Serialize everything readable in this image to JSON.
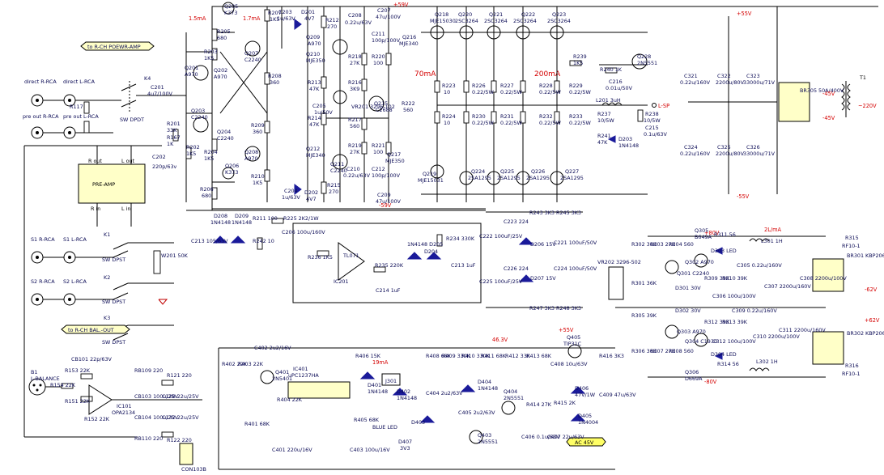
{
  "rails": {
    "pos_59v": "+59V",
    "neg_59v": "-59V",
    "pos_55v": "+55V",
    "neg_55v": "-55V",
    "pos_80v": "+80V",
    "neg_80v": "-80V",
    "v_46": "46.3V",
    "ac_45v": "AC 45V",
    "pos_62v": "+62V",
    "neg_62v": "-62V",
    "pos_45v": "-45V",
    "neg_45v": "-45V",
    "v_220": "~220V",
    "l_sp": "L-SP"
  },
  "currents": {
    "i1": "1.5mA",
    "i2": "1.7mA",
    "i3": "70mA",
    "i4": "200mA",
    "i5": "19mA",
    "i6": "2L/mA"
  },
  "blocks": {
    "preamp": "PRE-AMP",
    "r_out": "R out",
    "l_out": "L out",
    "r_in": "R in",
    "l_in": "L in",
    "rch_power": "to R-CH POEWR-AMP",
    "rch_bal": "to R-CH BAL.-OUT",
    "sw_dpdt": "SW DPDT",
    "sw_dpst": "SW DPST",
    "ic201": "IC201",
    "tl071": "TL071",
    "ic401": "IC401",
    "upc1237": "uPC1237HA",
    "ic101": "IC101",
    "opa2134": "OPA2134",
    "j301": "J301",
    "con103b": "CON103B",
    "blue_led": "BLUE LED",
    "balance": "L-BALANCE",
    "b1": "B1"
  },
  "inputs": {
    "direct_r": "direct R-RCA",
    "direct_l": "direct L-RCA",
    "preout_r": "pre out R-RCA",
    "preout_l": "pre out L-RCA",
    "s1r": "S1 R-RCA",
    "s1l": "S1 L-RCA",
    "s2r": "S2 R-RCA",
    "s2l": "S2 L-RCA"
  },
  "switches": [
    "K1",
    "K2",
    "K3",
    "K4"
  ],
  "transistors": [
    {
      "id": "Q205",
      "sub": "K373"
    },
    {
      "id": "Q201",
      "sub": "A970"
    },
    {
      "id": "Q202",
      "sub": "A970"
    },
    {
      "id": "Q203",
      "sub": "C2240"
    },
    {
      "id": "Q204",
      "sub": "C2240"
    },
    {
      "id": "Q206",
      "sub": "K373"
    },
    {
      "id": "Q207",
      "sub": "C2240"
    },
    {
      "id": "Q208",
      "sub": "A970"
    },
    {
      "id": "Q209",
      "sub": "A970"
    },
    {
      "id": "Q210",
      "sub": "MJE350"
    },
    {
      "id": "Q211",
      "sub": "C2240"
    },
    {
      "id": "Q212",
      "sub": "MJE340"
    },
    {
      "id": "Q215",
      "sub": "C2688"
    },
    {
      "id": "Q216",
      "sub": "MJE340"
    },
    {
      "id": "Q217",
      "sub": "MJE350"
    },
    {
      "id": "Q218",
      "sub": "MJE15030"
    },
    {
      "id": "Q219",
      "sub": "MJE15031"
    },
    {
      "id": "Q220",
      "sub": "2SC3264"
    },
    {
      "id": "Q221",
      "sub": "2SC3264"
    },
    {
      "id": "Q222",
      "sub": "2SC3264"
    },
    {
      "id": "Q223",
      "sub": "2SC3264"
    },
    {
      "id": "Q224",
      "sub": "2SA1295"
    },
    {
      "id": "Q225",
      "sub": "2SA1295"
    },
    {
      "id": "Q226",
      "sub": "2SA1295"
    },
    {
      "id": "Q227",
      "sub": "2SA1295"
    },
    {
      "id": "Q228",
      "sub": "2N5551"
    },
    {
      "id": "Q301",
      "sub": "C2240"
    },
    {
      "id": "Q302",
      "sub": "A970"
    },
    {
      "id": "Q303",
      "sub": "A970"
    },
    {
      "id": "Q304",
      "sub": "C1930"
    },
    {
      "id": "Q305",
      "sub": "B649A"
    },
    {
      "id": "Q306",
      "sub": "D669A"
    },
    {
      "id": "Q401",
      "sub": "2N5401"
    },
    {
      "id": "Q403",
      "sub": "2N5551"
    },
    {
      "id": "Q404",
      "sub": "2N5551"
    },
    {
      "id": "Q405",
      "sub": "TIP31C"
    }
  ],
  "resistors_top": [
    {
      "id": "R205",
      "v": "680"
    },
    {
      "id": "R203",
      "v": "1K5"
    },
    {
      "id": "R204",
      "v": "1K5"
    },
    {
      "id": "R207",
      "v": "1K5"
    },
    {
      "id": "R208",
      "v": "360"
    },
    {
      "id": "R209",
      "v": "360"
    },
    {
      "id": "R210",
      "v": "1K5"
    },
    {
      "id": "R206",
      "v": "680"
    },
    {
      "id": "R212",
      "v": "270"
    },
    {
      "id": "R213",
      "v": "47K"
    },
    {
      "id": "R214",
      "v": "47K"
    },
    {
      "id": "R215",
      "v": "270"
    },
    {
      "id": "R216",
      "v": "3K9"
    },
    {
      "id": "R217",
      "v": "560"
    },
    {
      "id": "R218",
      "v": "27K"
    },
    {
      "id": "R219",
      "v": "27K"
    },
    {
      "id": "R220",
      "v": "100"
    },
    {
      "id": "R221",
      "v": "100"
    },
    {
      "id": "R222",
      "v": "560"
    },
    {
      "id": "R223",
      "v": "10"
    },
    {
      "id": "R224",
      "v": "10"
    },
    {
      "id": "R226",
      "v": "0.22/5W"
    },
    {
      "id": "R227",
      "v": "0.22/5W"
    },
    {
      "id": "R228",
      "v": "0.22/5W"
    },
    {
      "id": "R229",
      "v": "0.22/5W"
    },
    {
      "id": "R230",
      "v": "0.22/5W"
    },
    {
      "id": "R231",
      "v": "0.22/5W"
    },
    {
      "id": "R232",
      "v": "0.22/5W"
    },
    {
      "id": "R233",
      "v": "0.22/5W"
    },
    {
      "id": "R239",
      "v": "1K5"
    },
    {
      "id": "R240",
      "v": "1K"
    },
    {
      "id": "R237",
      "v": "10/5W"
    },
    {
      "id": "R238",
      "v": "10/5W"
    },
    {
      "id": "R241",
      "v": "47K"
    },
    {
      "id": "R200",
      "v": "1K5"
    },
    {
      "id": "R201",
      "v": "33K"
    },
    {
      "id": "R202",
      "v": "1K5"
    },
    {
      "id": "R167",
      "v": "1K"
    },
    {
      "id": "R117",
      "v": "1K"
    }
  ],
  "caps_top": [
    {
      "id": "C203",
      "v": "1u/63V"
    },
    {
      "id": "C208",
      "v": "0.22u/63V"
    },
    {
      "id": "C207",
      "v": "47u/100V"
    },
    {
      "id": "C201",
      "v": "4u7/100V"
    },
    {
      "id": "C202",
      "v": "220p/63v"
    },
    {
      "id": "C204",
      "v": "1u/63V"
    },
    {
      "id": "C205",
      "v": "1u/50V"
    },
    {
      "id": "C210",
      "v": "0.22u/63V"
    },
    {
      "id": "C209",
      "v": "47u/100V"
    },
    {
      "id": "C211",
      "v": "100p/100V"
    },
    {
      "id": "C212",
      "v": "100p/100V"
    },
    {
      "id": "C216",
      "v": "0.01u/50V"
    },
    {
      "id": "C215",
      "v": "0.1u/63V"
    },
    {
      "id": "C321",
      "v": "0.22u/160V"
    },
    {
      "id": "C322",
      "v": "2200u/80V"
    },
    {
      "id": "C323",
      "v": "33000u/71V"
    },
    {
      "id": "C324",
      "v": "0.22u/160V"
    },
    {
      "id": "C325",
      "v": "2200u/80V"
    },
    {
      "id": "C326",
      "v": "33000u/71V"
    }
  ],
  "diodes": [
    {
      "id": "D201",
      "v": "4V7"
    },
    {
      "id": "D202",
      "v": "4V7"
    },
    {
      "id": "D203",
      "v": "1N4148"
    },
    {
      "id": "D208",
      "v": "1N4148"
    },
    {
      "id": "D209",
      "v": "1N4148"
    },
    {
      "id": "D205",
      "v": "1N4148"
    },
    {
      "id": "D204",
      "v": "1N4148"
    },
    {
      "id": "D206",
      "v": "15V"
    },
    {
      "id": "D207",
      "v": "15V"
    },
    {
      "id": "D401",
      "v": "1N4148"
    },
    {
      "id": "D402",
      "v": "1N4148"
    },
    {
      "id": "D403",
      "v": "BLUE LED"
    },
    {
      "id": "D404",
      "v": "1N4148"
    },
    {
      "id": "D405",
      "v": "1N4004"
    },
    {
      "id": "D406",
      "v": "47V/1W"
    },
    {
      "id": "D407",
      "v": "3V3"
    },
    {
      "id": "D301",
      "v": "30V"
    },
    {
      "id": "D302",
      "v": "30V"
    },
    {
      "id": "D303",
      "v": "LED"
    },
    {
      "id": "D304",
      "v": "LED"
    }
  ],
  "mid": {
    "vr201": "VR201 3296-102",
    "l201": "L201 3uH",
    "w201": "W201 50K",
    "r211": "R211 100",
    "r225": "R225 2K2/1W",
    "r242": "R242 10",
    "r236": "R236 1K5",
    "r235": "R235 220K",
    "r234": "R234 330K",
    "c206": "C206 100u/160V",
    "c213": "C213 105/63V",
    "c214": "C214 1uF",
    "c213b": "C213 1uF",
    "r243": "R243 3K3",
    "r245": "R245 3K3",
    "r247": "R247 3K3",
    "r248": "R248 3K3",
    "c222": "C222 100uF/25V",
    "c223": "C223 224",
    "c221": "C221 100uF/50V",
    "c224": "C224 100uF/50V",
    "c225": "C225 100uF/25V",
    "c226": "C226 224"
  },
  "psu": {
    "br305": "BR305 50A/400V",
    "t1": "T1",
    "vr202": "VR202 3296-502",
    "l301": "L301 1H",
    "l302": "L302 1H",
    "br301": "BR301 KBP206",
    "br302": "BR302 KBP206",
    "rf10_1a": "RF10-1",
    "rf10_1b": "RF10-1",
    "r315": "R315",
    "r316": "R316",
    "c307": "C307 2200u/160V",
    "c308": "C308 2200u/100V",
    "c310": "C310 2200u/100V",
    "c311": "C311 2200u/160V",
    "c305": "C305 0.22u/160V",
    "c309": "C309 0.22u/160V",
    "c306": "C306 100u/100V",
    "c312": "C312 100u/100V",
    "r302": "R302 36K",
    "r303": "R303 27K",
    "r304": "R304 560",
    "r301": "R301 36K",
    "r305": "R305 39K",
    "r306": "R306 36K",
    "r307": "R307 27K",
    "r308": "R308 560",
    "r309": "R309 39K",
    "r310": "R310 39K",
    "r311": "R311 56",
    "r312": "R312 39K",
    "r313": "R313 39K",
    "r314": "R314 56"
  },
  "bottom": {
    "cb101": "CB101 22p/63V",
    "r153": "R153 22K",
    "r154": "R154 22K",
    "r151": "R151 22K",
    "r152": "R152 22K",
    "rb109": "RB109 220",
    "rb110": "RB110 220",
    "r121": "R121 220",
    "r122": "R122 220",
    "cb103": "CB103 100u/25V",
    "cb104": "CB104 100u/25V",
    "c128": "C128 22u/25V",
    "c132": "C132 22u/25V",
    "r401": "R401 68K",
    "r402": "R402 22K",
    "r403": "R403 22K",
    "r404": "R404 22K",
    "r405": "R405 68K",
    "r406": "R406 15K",
    "r408": "R408 68K",
    "r409": "R409 330K",
    "r410": "R410 330K",
    "r411": "R411 68K",
    "r412": "R412 33K",
    "r413": "R413 68K",
    "r414": "R414 27K",
    "r415": "R415 2K",
    "r416": "R416 3K3",
    "c401": "C401 220u/16V",
    "c402": "C402 2u2/16V",
    "c403": "C403 100u/16V",
    "c404": "C404 2u2/63V",
    "c405": "C405 2u2/63V",
    "c406": "C406 0.1u/63V",
    "c407": "C407 22u/63V",
    "c408": "C408 10u/63V",
    "c409": "C409 47u/63V"
  }
}
